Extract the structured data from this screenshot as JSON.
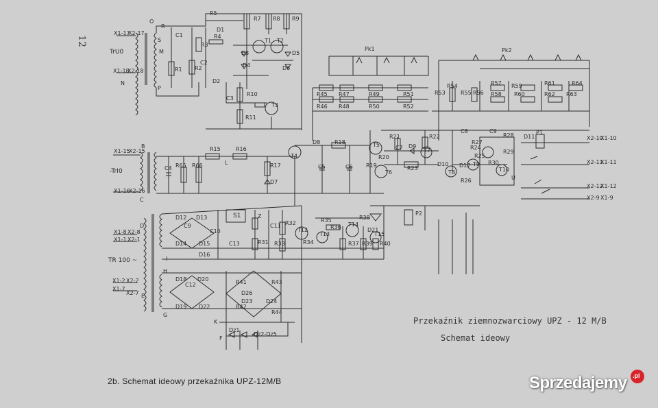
{
  "page_number": "12",
  "caption": "2b. Schemat ideowy przekaźnika UPZ-12M/B",
  "diagram_title": "Przekaźnik ziemnozwarciowy UPZ - 12 M/B",
  "diagram_subtitle": "Schemat ideowy",
  "watermark": {
    "text": "Sprzedajemy",
    "badge": ".pl",
    "color": "#d8232a"
  },
  "colors": {
    "paper": "#cfcfcf",
    "ink": "#2a2a2a"
  },
  "terminals": {
    "x1_17": "X1-17",
    "x2_17": "X2-17",
    "x1_18": "X1-18",
    "x2_18": "X2-18",
    "x1_15": "X1-15",
    "x2_15": "X2-15",
    "x1_16": "X1-16",
    "x2_16": "X2-16",
    "x1_8": "X1-8",
    "x2_8": "X2-8",
    "x1_1": "X1-1",
    "x2_1": "X2-1",
    "x1_2": "X1-2",
    "x2_2": "X2-2",
    "x1_7": "X1-7",
    "x2_7": "X2-7",
    "x2_10": "X2-10",
    "x1_10": "X1-10",
    "x2_11": "X2-11",
    "x1_11": "X1-11",
    "x2_12": "X2-12",
    "x1_12": "X1-12",
    "x2_9": "X2-9",
    "x1_9": "X1-9"
  },
  "transformers": {
    "tru": "TrU0",
    "tri": "-TrI0",
    "tr100": "TR 100 ~"
  },
  "nodes": {
    "O": "O",
    "N": "N",
    "R": "R",
    "S": "S",
    "M": "M",
    "P": "P",
    "B": "B",
    "C": "C",
    "L": "L",
    "D": "D",
    "I": "I",
    "H": "H",
    "E": "E",
    "G": "G",
    "K": "K",
    "F": "F",
    "U": "U"
  },
  "relays": {
    "pk1": "Pk1",
    "pk2": "Pk2",
    "p1": "P1",
    "p2": "P2"
  },
  "components": {
    "r5": "R5",
    "r7": "R7",
    "r8": "R8",
    "r9": "R9",
    "d1": "D1",
    "c1": "C1",
    "r3": "R3",
    "r4": "R4",
    "r1": "R1",
    "r2": "R2",
    "c2": "C2",
    "d2": "D2",
    "c3": "C3",
    "d3": "D3",
    "d4": "D4",
    "t1": "T1",
    "t2": "T2",
    "d5": "D5",
    "d6": "D6",
    "r10": "R10",
    "r11": "R11",
    "t3": "T3",
    "r45": "R45",
    "r46": "R46",
    "r47": "R47",
    "r48": "R48",
    "r49": "R49",
    "r50": "R50",
    "r51": "R51",
    "r52": "R52",
    "r53": "R53",
    "r54": "R54",
    "r55": "R55",
    "r56": "R56",
    "r57": "R57",
    "r58": "R58",
    "r59": "R59",
    "r60": "R60",
    "r61": "R61",
    "r62": "R62",
    "r63": "R63",
    "r64": "R64",
    "r15": "R15",
    "r16": "R16",
    "r17": "R17",
    "d7": "D7",
    "t4": "T4",
    "d8": "D8",
    "r18": "R18",
    "c5": "C5",
    "c6": "C6",
    "r19": "R19",
    "t5": "T5",
    "r21": "R21",
    "r20": "R20",
    "t6": "T6",
    "c7": "C7",
    "d9": "D9",
    "t7": "T7",
    "r22": "R22",
    "r23": "R23",
    "d10": "D10",
    "r24": "R24",
    "r25": "R25",
    "r26": "R26",
    "r27": "R27",
    "r28": "R28",
    "r29": "R29",
    "r30": "R30",
    "t8": "T8",
    "t9": "T9",
    "t10": "T10",
    "c8": "C8",
    "c9": "C9",
    "c4": "C4",
    "r65": "R65",
    "r66": "R66",
    "d11": "D11",
    "d12": "D12",
    "d13": "D13",
    "d14": "D14",
    "d15": "D15",
    "d16": "D16",
    "c10": "C10",
    "c11": "C11",
    "c12": "C12",
    "c13": "C13",
    "s1": "S1",
    "z": "Z",
    "r31": "R31",
    "r32": "R32",
    "r33": "R33",
    "r34": "R34",
    "r35": "R35",
    "r36": "R36",
    "r37": "R37",
    "r38": "R38",
    "r39": "R39",
    "r40": "R40",
    "t12": "T12",
    "t13": "T13",
    "t14": "T14",
    "t15": "T15",
    "d18": "D18",
    "d19": "D19",
    "d20": "D20",
    "d21": "D21",
    "d22": "D22",
    "d26": "D26",
    "d23": "D23",
    "d24": "D24",
    "r41": "R41",
    "r42": "R42",
    "r43": "R43",
    "r44": "R44",
    "dz1": "Dz1",
    "dz2": "Dz2-Dz5",
    "d17": "D17"
  }
}
